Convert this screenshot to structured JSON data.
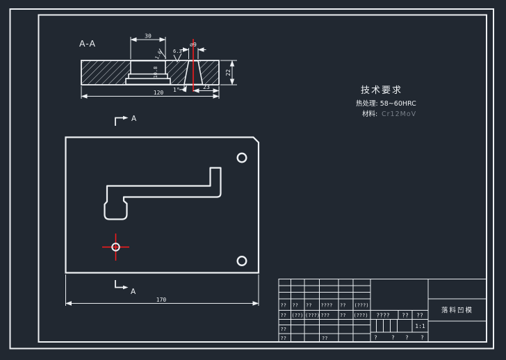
{
  "app_type": "cad-drawing-viewer",
  "colors": {
    "background": "#212831",
    "line": "#eef1f4",
    "centerline_red": "#ff1a1a",
    "muted_text": "#79808a"
  },
  "section_view": {
    "title": "A-A",
    "dim_top_width": "30",
    "dim_hole_dia": "⌀9",
    "dim_depth": "10.8",
    "dim_height": "22",
    "dim_offset": "23",
    "dim_overall": "120",
    "angle": "1°",
    "roughness_wall": "1.6",
    "roughness_seat": "6.3"
  },
  "plan_view": {
    "cut_top": "A",
    "cut_bottom": "A",
    "dim_overall": "170"
  },
  "tech": {
    "title": "技术要求",
    "heat": "热处理: 58~60HRC",
    "material_label": "材料:",
    "material_value": "Cr12MoV"
  },
  "title_block": {
    "part_name": "落料凹模",
    "scale": "1:1",
    "row1": [
      "??",
      "??",
      "??",
      "????",
      "??",
      "(???)"
    ],
    "row2": [
      "??",
      "(??)",
      "(???)",
      "???",
      "??",
      "(???)"
    ],
    "row3": [
      "??"
    ],
    "row4_left": "??",
    "row4_mid": "??",
    "mid_row": [
      "????",
      "??",
      "??"
    ],
    "sign_row": [
      "?",
      "?",
      "?",
      "?"
    ]
  }
}
